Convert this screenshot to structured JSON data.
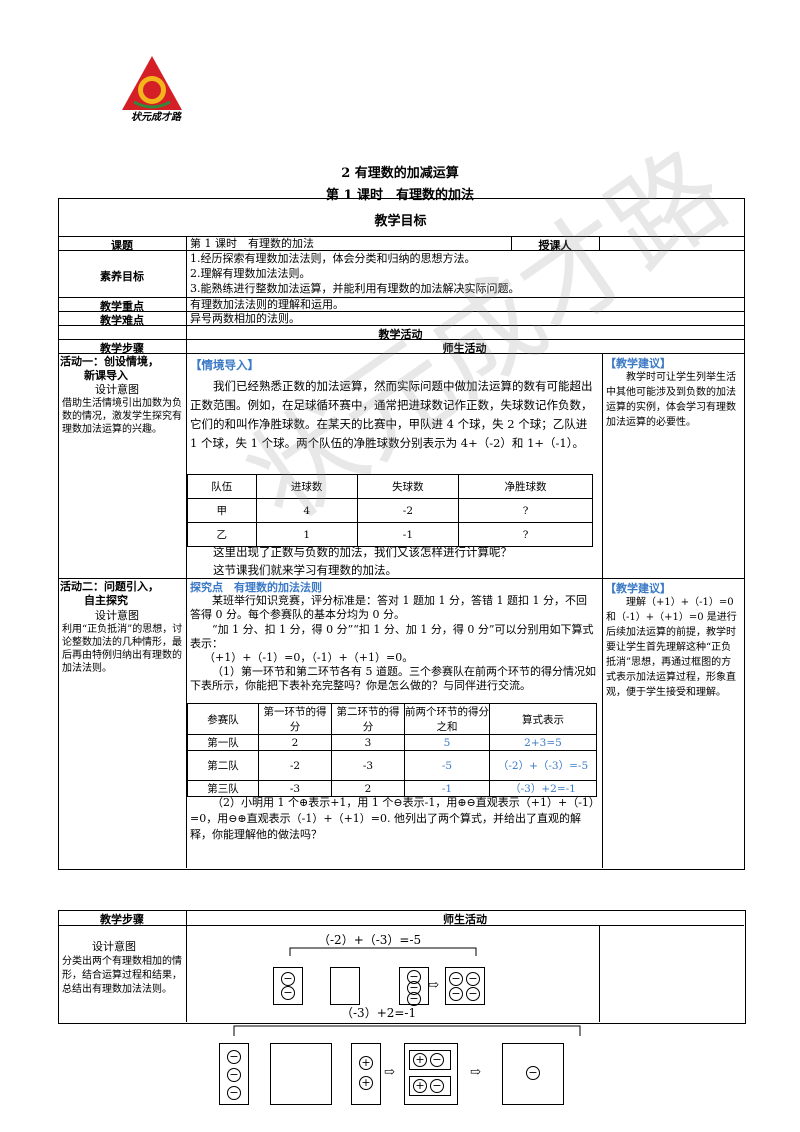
{
  "header": {
    "logo_text": "状元成才路",
    "title": "2  有理数的加减运算",
    "subtitle": "第 1 课时　有理数的加法"
  },
  "table1": {
    "section_title": "教学目标",
    "rows": {
      "topic_label": "课题",
      "topic_value": "第 1 课时　有理数的加法",
      "teacher_label": "授课人",
      "literacy_label": "素养目标",
      "goals": [
        "1.经历探索有理数加法法则，体会分类和归纳的思想方法。",
        "2.理解有理数加法法则。",
        "3.能熟练进行整数加法运算，并能利用有理数的加法解决实际问题。"
      ],
      "key_label": "教学重点",
      "key_value": "有理数加法法则的理解和运用。",
      "difficulty_label": "教学难点",
      "difficulty_value": "异号两数相加的法则。",
      "activity_title": "教学活动",
      "steps_label": "教学步骤",
      "teacher_student_label": "师生活动"
    },
    "activity1": {
      "title_line1": "活动一：创设情境，",
      "title_line2": "新课导入",
      "design_label": "设计意图",
      "design_text": "借助生活情境引出加数为负数的情况，激发学生探究有理数加法运算的兴趣。",
      "tag": "【情境导入】",
      "para1": "我们已经熟悉正数的加法运算，然而实际问题中做加法运算的数有可能超出正数范围。例如，在足球循环赛中，通常把进球数记作正数，失球数记作负数，它们的和叫作净胜球数。在某天的比赛中，甲队进 4 个球，失 2 个球；乙队进 1 个球，失 1 个球。两个队伍的净胜球数分别表示为 4+（-2）和 1+（-1）。",
      "table_headers": [
        "队伍",
        "进球数",
        "失球数",
        "净胜球数"
      ],
      "table_rows": [
        [
          "甲",
          "4",
          "-2",
          "?"
        ],
        [
          "乙",
          "1",
          "-1",
          "?"
        ]
      ],
      "para2": "这里出现了正数与负数的加法，我们又该怎样进行计算呢？",
      "para3": "这节课我们就来学习有理数的加法。",
      "suggest_tag": "【教学建议】",
      "suggest_text": "教学时可让学生列举生活中其他可能涉及到负数的加法运算的实例，体会学习有理数加法运算的必要性。"
    },
    "activity2": {
      "title_line1": "活动二：问题引入，",
      "title_line2": "自主探究",
      "design_label": "设计意图",
      "design_text": "利用“正负抵消”的思想，讨论整数加法的几种情形，最后再由特例归纳出有理数的加法法则。",
      "tag": "探究点　有理数的加法法则",
      "para1": "某班举行知识竞赛，评分标准是：答对 1 题加 1 分，答错 1 题扣 1 分，不回答得 0 分。每个参赛队的基本分均为 0 分。",
      "para2": "“加 1 分、扣 1 分，得 0 分”“扣 1 分、加 1 分，得 0 分”可以分别用如下算式表示：",
      "formula": "（+1）+（-1）=0，（-1）+（+1）=0。",
      "para3": "（1）第一环节和第二环节各有 5 道题。三个参赛队在前两个环节的得分情况如下表所示，你能把下表补充完整吗？你是怎么做的？与同伴进行交流。",
      "table_headers": [
        "参赛队",
        "第一环节的得分",
        "第二环节的得分",
        "前两个环节的得分之和",
        "算式表示"
      ],
      "table_rows": [
        [
          "第一队",
          "2",
          "3",
          "5",
          "2+3=5"
        ],
        [
          "第二队",
          "-2",
          "-3",
          "-5",
          "（-2）+（-3）=-5"
        ],
        [
          "第三队",
          "-3",
          "2",
          "-1",
          "（-3）+2=-1"
        ]
      ],
      "para4": "（2）小明用 1 个⊕表示+1，用 1 个⊖表示-1，用⊕⊖直观表示（+1）+（-1）=0，用⊖⊕直观表示（-1）+（+1）=0. 他列出了两个算式，并给出了直观的解释，你能理解他的做法吗？",
      "suggest_tag": "【教学建议】",
      "suggest_text": "理解（+1）+（-1）=0 和（-1）+（+1）=0 是进行后续加法运算的前提，教学时要让学生首先理解这种“正负抵消”思想，再通过框图的方式表示加法运算过程，形象直观，便于学生接受和理解。"
    }
  },
  "table2": {
    "steps_label": "教学步骤",
    "teacher_student_label": "师生活动",
    "design_label": "设计意图",
    "design_text": "分类出两个有理数相加的情形，结合运算过程和结果，总结出有理数加法法则。",
    "eq1": "（-2）+（-3）=-5",
    "eq2": "（-3）+2=-1"
  },
  "watermark": "状元成才路"
}
